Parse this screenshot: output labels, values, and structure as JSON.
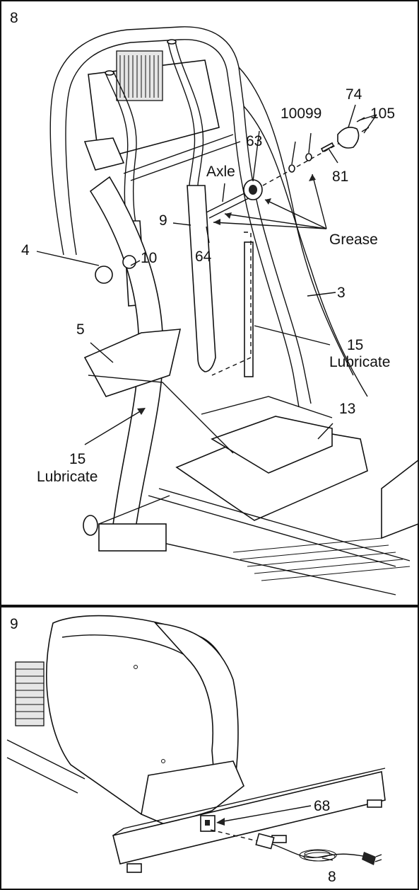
{
  "step8": {
    "number": "8",
    "labels": {
      "p74": "74",
      "p100": "100",
      "p99": "99",
      "p105": "105",
      "p63": "63",
      "axle": "Axle",
      "p81": "81",
      "p9": "9",
      "grease": "Grease",
      "p64": "64",
      "p4": "4",
      "p10": "10",
      "p3": "3",
      "p5": "5",
      "p15a": "15",
      "lubricate_a": "Lubricate",
      "p13": "13",
      "p15b": "15",
      "lubricate_b": "Lubricate"
    }
  },
  "step9": {
    "number": "9",
    "labels": {
      "p68": "68",
      "p8": "8"
    }
  }
}
